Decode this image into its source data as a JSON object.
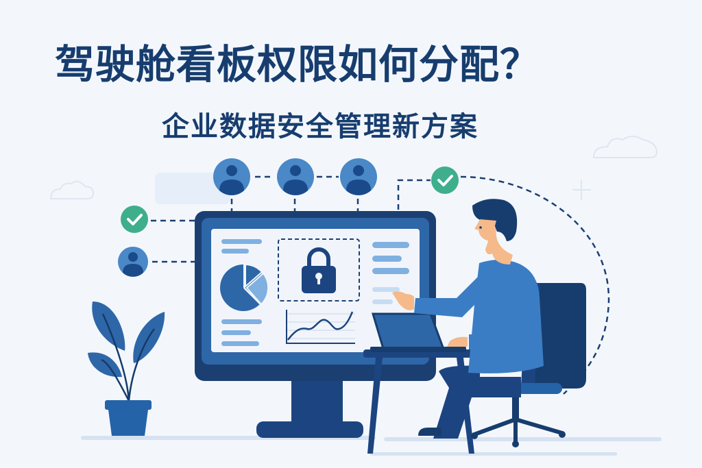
{
  "header": {
    "title": "驾驶舱看板权限如何分配？",
    "subtitle": "企业数据安全管理新方案"
  },
  "illustration": {
    "description": "Person at desk with laptop pointing at a large monitor showing a dashboard with a pie chart, padlock, and line chart; user avatars and check marks connected with dashed lines",
    "icons": [
      "user-avatar-icon",
      "check-circle-icon",
      "padlock-icon",
      "pie-chart-icon",
      "line-chart-icon",
      "cloud-icon",
      "plant-icon",
      "plus-icon"
    ],
    "colors": {
      "background": "#f3f7fc",
      "title": "#173d6e",
      "dark_blue": "#1c4480",
      "mid_blue": "#2e67a8",
      "light_blue": "#7fb0e0",
      "avatar_blue": "#4a88c7",
      "green_check": "#3fae8c",
      "skin": "#f5b98a"
    }
  }
}
